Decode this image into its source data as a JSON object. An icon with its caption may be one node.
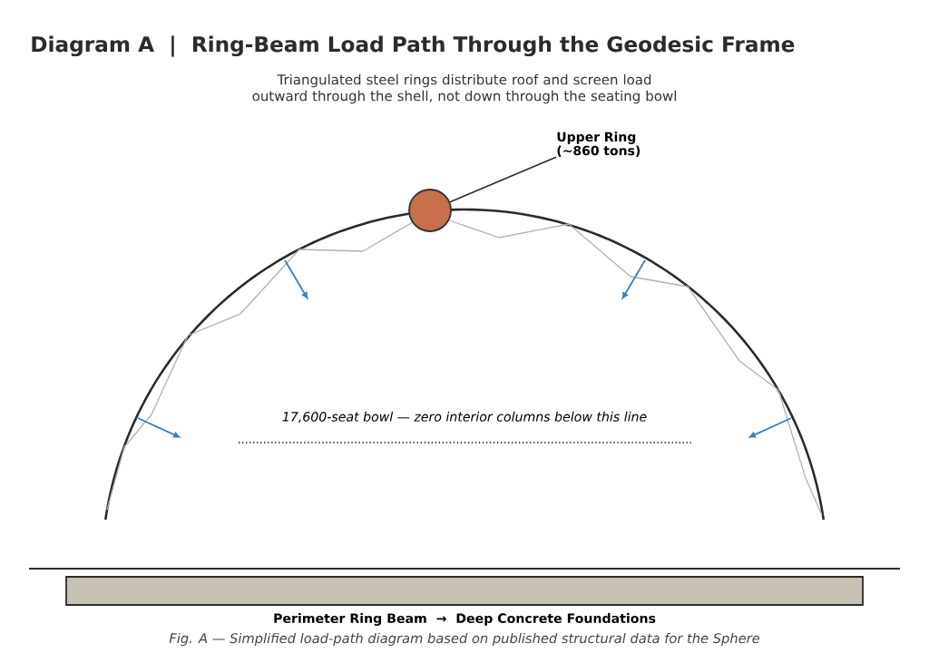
{
  "diagram": {
    "title": "Diagram A  |  Ring-Beam Load Path Through the Geodesic Frame",
    "caption": "Fig. A — Simplified load-path diagram based on published structural data for the Sphere",
    "nodes": [
      {
        "text": [
          "Upper Ring (~860 tons)"
        ]
      },
      {
        "text": [],
        "shape": "circle"
      },
      {
        "text": [
          "Perimeter Ring Beam  →  Deep Concrete Foundations"
        ]
      }
    ],
    "edges": [
      {
        "from": 0,
        "to": 1,
        "arrow": "none"
      }
    ],
    "labels": [
      "Triangulated steel rings distribute roof and screen load outward through the shell, not down through the seating bowl",
      "17,600-seat bowl — zero interior columns below this line"
    ]
  }
}
